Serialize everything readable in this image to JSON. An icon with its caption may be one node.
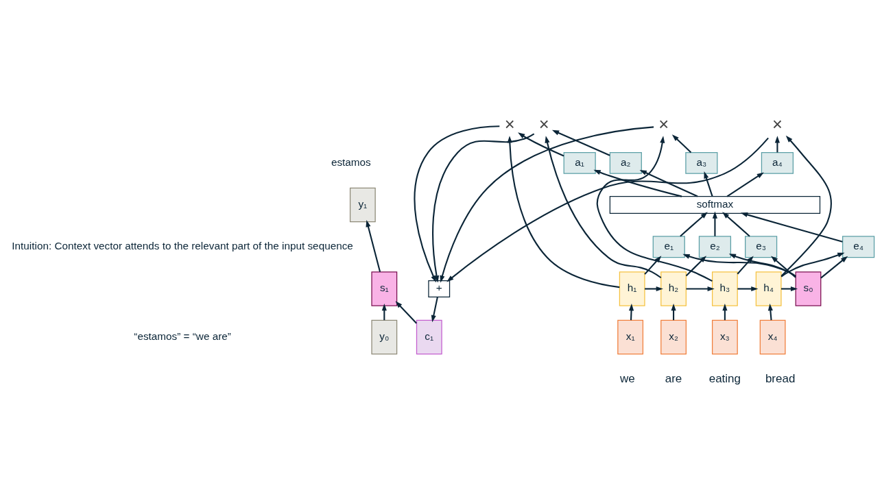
{
  "diagram": {
    "nodes": [
      {
        "text": [
          "x₁"
        ],
        "beside": [
          "we"
        ]
      },
      {
        "text": [
          "x₂"
        ],
        "beside": [
          "are"
        ]
      },
      {
        "text": [
          "x₃"
        ],
        "beside": [
          "eating"
        ]
      },
      {
        "text": [
          "x₄"
        ],
        "beside": [
          "bread"
        ]
      },
      {
        "text": [
          "h₁"
        ]
      },
      {
        "text": [
          "h₂"
        ]
      },
      {
        "text": [
          "h₃"
        ]
      },
      {
        "text": [
          "h₄"
        ]
      },
      {
        "text": [
          "e₁"
        ]
      },
      {
        "text": [
          "e₂"
        ]
      },
      {
        "text": [
          "e₃"
        ]
      },
      {
        "text": [
          "e₄"
        ]
      },
      {
        "text": [
          "softmax"
        ]
      },
      {
        "text": [
          "a₁"
        ]
      },
      {
        "text": [
          "a₂"
        ]
      },
      {
        "text": [
          "a₃"
        ]
      },
      {
        "text": [
          "a₄"
        ]
      },
      {
        "text": [
          "×"
        ]
      },
      {
        "text": [
          "×"
        ]
      },
      {
        "text": [
          "×"
        ]
      },
      {
        "text": [
          "×"
        ]
      },
      {
        "text": [
          "s₀"
        ]
      },
      {
        "text": [
          "+"
        ]
      },
      {
        "text": [
          "c₁"
        ]
      },
      {
        "text": [
          "y₀"
        ]
      },
      {
        "text": [
          "s₁"
        ]
      },
      {
        "text": [
          "y₁"
        ]
      }
    ],
    "edges": [
      {
        "from": 0,
        "to": 4,
        "arrow": "to"
      },
      {
        "from": 1,
        "to": 5,
        "arrow": "to"
      },
      {
        "from": 2,
        "to": 6,
        "arrow": "to"
      },
      {
        "from": 3,
        "to": 7,
        "arrow": "to"
      },
      {
        "from": 4,
        "to": 5,
        "arrow": "to"
      },
      {
        "from": 5,
        "to": 6,
        "arrow": "to"
      },
      {
        "from": 6,
        "to": 7,
        "arrow": "to"
      },
      {
        "from": 7,
        "to": 21,
        "arrow": "to"
      },
      {
        "from": 4,
        "to": 8,
        "arrow": "to"
      },
      {
        "from": 5,
        "to": 9,
        "arrow": "to"
      },
      {
        "from": 6,
        "to": 10,
        "arrow": "to"
      },
      {
        "from": 7,
        "to": 11,
        "arrow": "to"
      },
      {
        "from": 21,
        "to": 8,
        "arrow": "to"
      },
      {
        "from": 21,
        "to": 9,
        "arrow": "to"
      },
      {
        "from": 21,
        "to": 10,
        "arrow": "to"
      },
      {
        "from": 21,
        "to": 11,
        "arrow": "to"
      },
      {
        "from": 8,
        "to": 12,
        "arrow": "to"
      },
      {
        "from": 9,
        "to": 12,
        "arrow": "to"
      },
      {
        "from": 10,
        "to": 12,
        "arrow": "to"
      },
      {
        "from": 11,
        "to": 12,
        "arrow": "to"
      },
      {
        "from": 12,
        "to": 13,
        "arrow": "to"
      },
      {
        "from": 12,
        "to": 14,
        "arrow": "to"
      },
      {
        "from": 12,
        "to": 15,
        "arrow": "to"
      },
      {
        "from": 12,
        "to": 16,
        "arrow": "to"
      },
      {
        "from": 13,
        "to": 17,
        "arrow": "to"
      },
      {
        "from": 14,
        "to": 18,
        "arrow": "to"
      },
      {
        "from": 15,
        "to": 19,
        "arrow": "to"
      },
      {
        "from": 16,
        "to": 20,
        "arrow": "to"
      },
      {
        "from": 4,
        "to": 17,
        "arrow": "to"
      },
      {
        "from": 5,
        "to": 18,
        "arrow": "to"
      },
      {
        "from": 6,
        "to": 19,
        "arrow": "to"
      },
      {
        "from": 7,
        "to": 20,
        "arrow": "to"
      },
      {
        "from": 17,
        "to": 22,
        "arrow": "to"
      },
      {
        "from": 18,
        "to": 22,
        "arrow": "to"
      },
      {
        "from": 19,
        "to": 22,
        "arrow": "to"
      },
      {
        "from": 20,
        "to": 22,
        "arrow": "to"
      },
      {
        "from": 22,
        "to": 23,
        "arrow": "to"
      },
      {
        "from": 23,
        "to": 25,
        "arrow": "to"
      },
      {
        "from": 24,
        "to": 25,
        "arrow": "to"
      },
      {
        "from": 25,
        "to": 26,
        "arrow": "to"
      }
    ],
    "labels": [
      "estamos",
      "Intuition: Context vector attends to the relevant part of the input sequence",
      "“estamos” = “we are”"
    ]
  }
}
